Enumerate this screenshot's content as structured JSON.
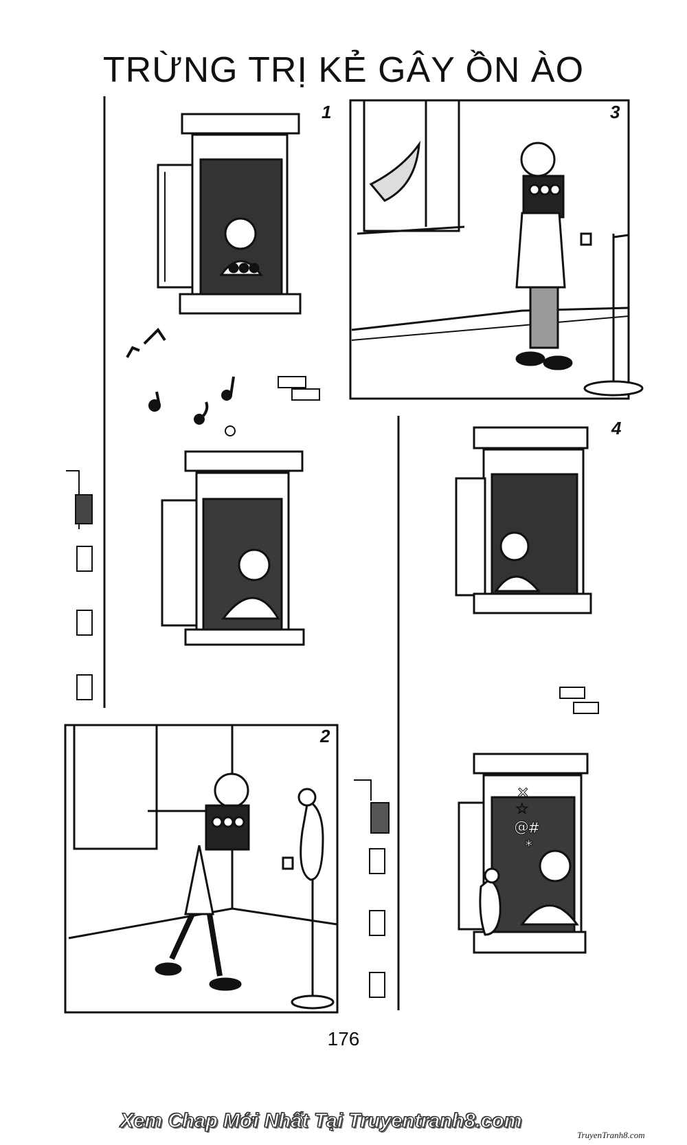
{
  "page": {
    "title": "TRỪNG TRỊ KẺ GÂY ỒN ÀO",
    "page_number": "176"
  },
  "panels": [
    {
      "number": "1"
    },
    {
      "number": "2"
    },
    {
      "number": "3"
    },
    {
      "number": "4"
    }
  ],
  "grawlix": [
    "×",
    "☆",
    "@",
    "#",
    "*"
  ],
  "footer": {
    "watermark": "Xem Chap Mới Nhất Tại Truyentranh8.com",
    "brand": "TruyenTranh8.com"
  }
}
